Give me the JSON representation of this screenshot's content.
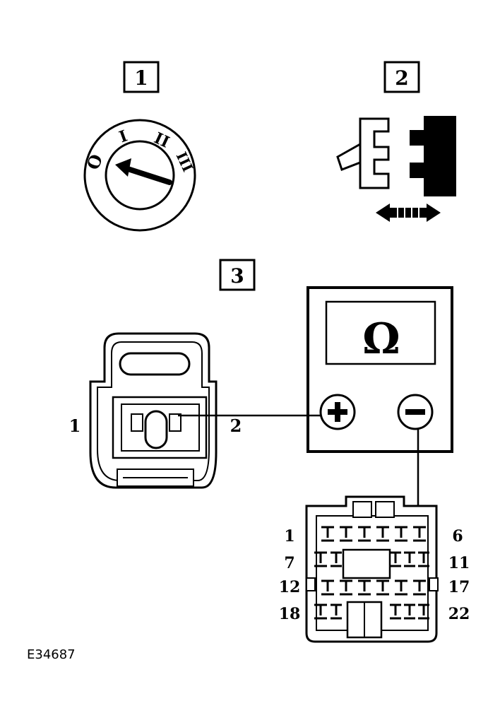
{
  "steps": {
    "step1": "1",
    "step2": "2",
    "step3": "3"
  },
  "ignition_switch": {
    "positions": [
      "O",
      "I",
      "II",
      "III"
    ]
  },
  "meter": {
    "symbol": "Ω",
    "plus": "+",
    "minus": "−"
  },
  "connector_small": {
    "pin_left": "1",
    "pin_right": "2"
  },
  "connector_large": {
    "row_labels": [
      "1",
      "6",
      "7",
      "11",
      "12",
      "17",
      "18",
      "22"
    ]
  },
  "figure_ref": "E34687"
}
